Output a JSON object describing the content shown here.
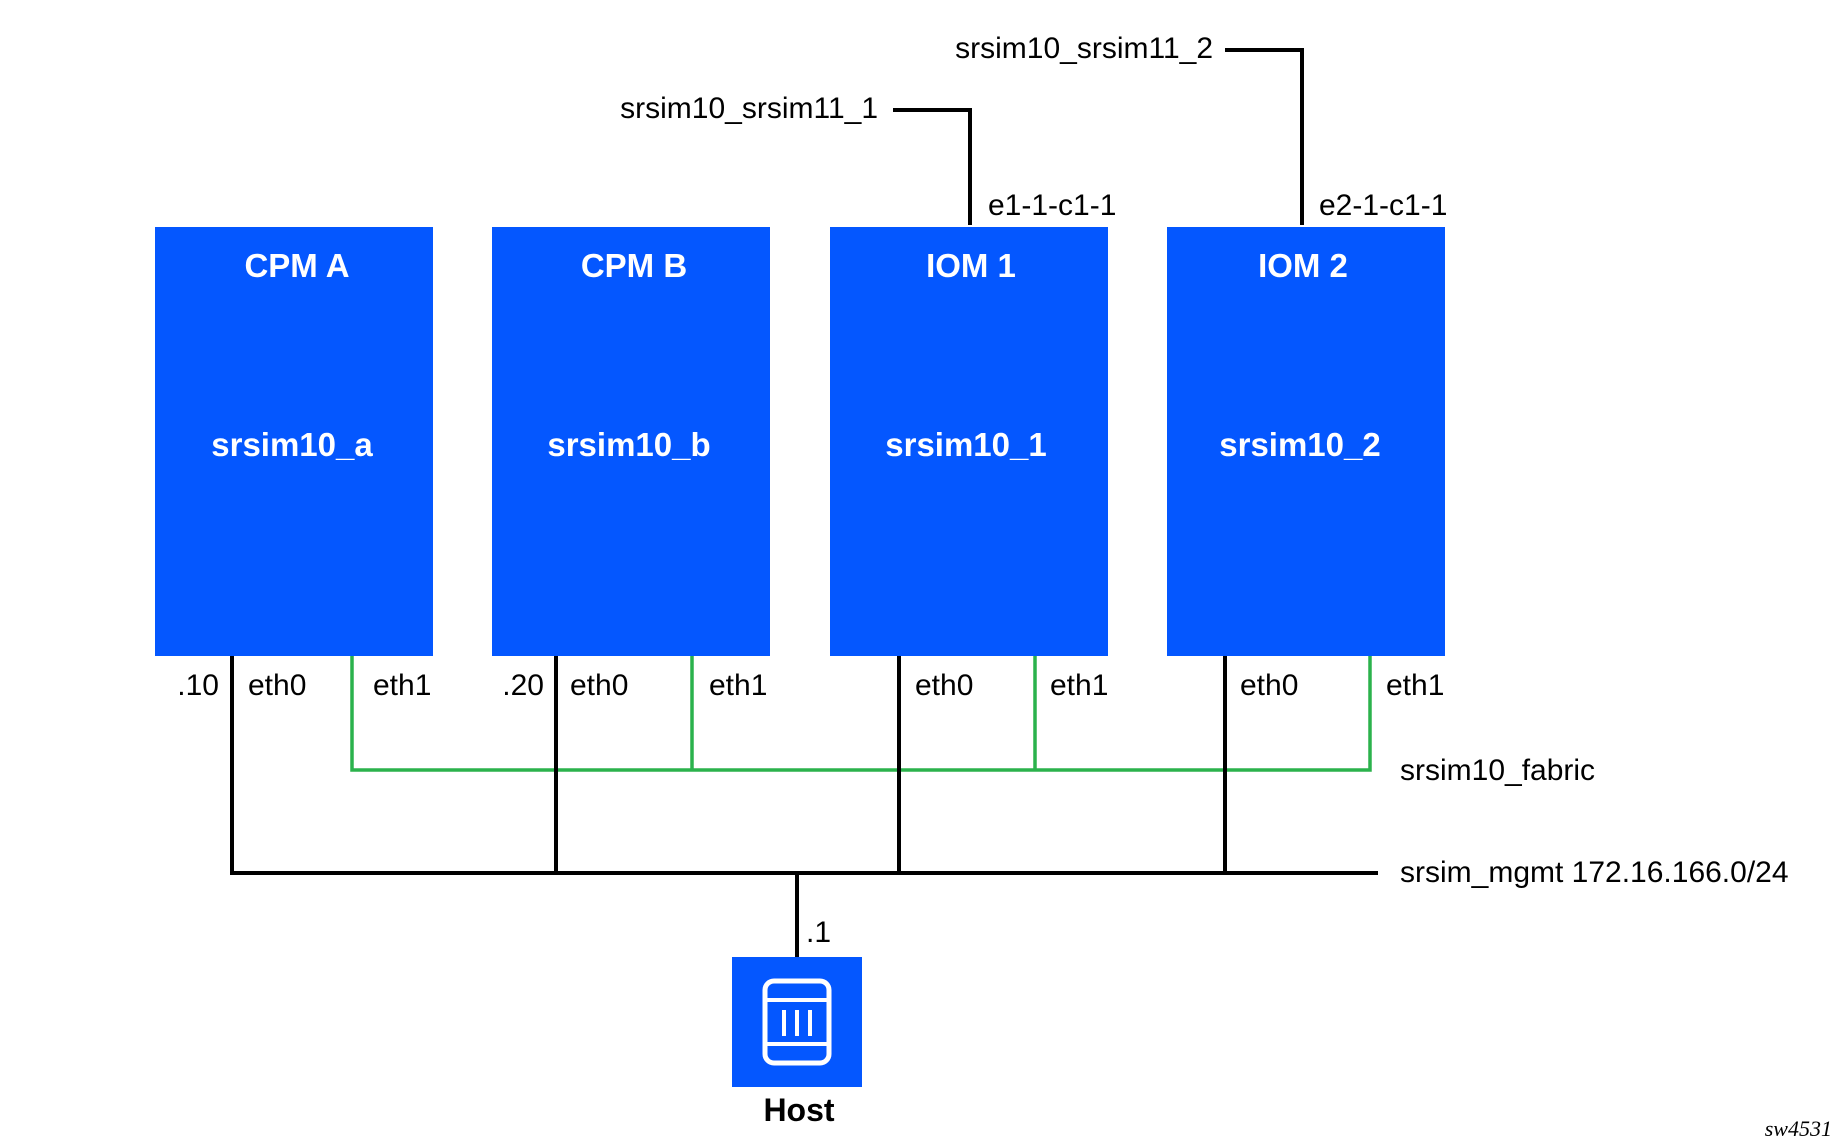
{
  "colors": {
    "box_fill": "#0457ff",
    "mgmt_line": "#000000",
    "fabric_line": "#2bb24c",
    "text": "#000000",
    "box_text": "#ffffff"
  },
  "nodes": {
    "cpm_a": {
      "title": "CPM A",
      "name": "srsim10_a",
      "ip": ".10",
      "eth0": "eth0",
      "eth1": "eth1"
    },
    "cpm_b": {
      "title": "CPM B",
      "name": "srsim10_b",
      "ip": ".20",
      "eth0": "eth0",
      "eth1": "eth1"
    },
    "iom_1": {
      "title": "IOM 1",
      "name": "srsim10_1",
      "eth0": "eth0",
      "eth1": "eth1",
      "port": "e1-1-c1-1"
    },
    "iom_2": {
      "title": "IOM 2",
      "name": "srsim10_2",
      "eth0": "eth0",
      "eth1": "eth1",
      "port": "e2-1-c1-1"
    }
  },
  "links": {
    "link_1": "srsim10_srsim11_1",
    "link_2": "srsim10_srsim11_2"
  },
  "networks": {
    "fabric": "srsim10_fabric",
    "mgmt": "srsim_mgmt 172.16.166.0/24"
  },
  "host": {
    "label": "Host",
    "ip": ".1",
    "icon": "server-icon"
  },
  "figure_ref": "sw4531"
}
